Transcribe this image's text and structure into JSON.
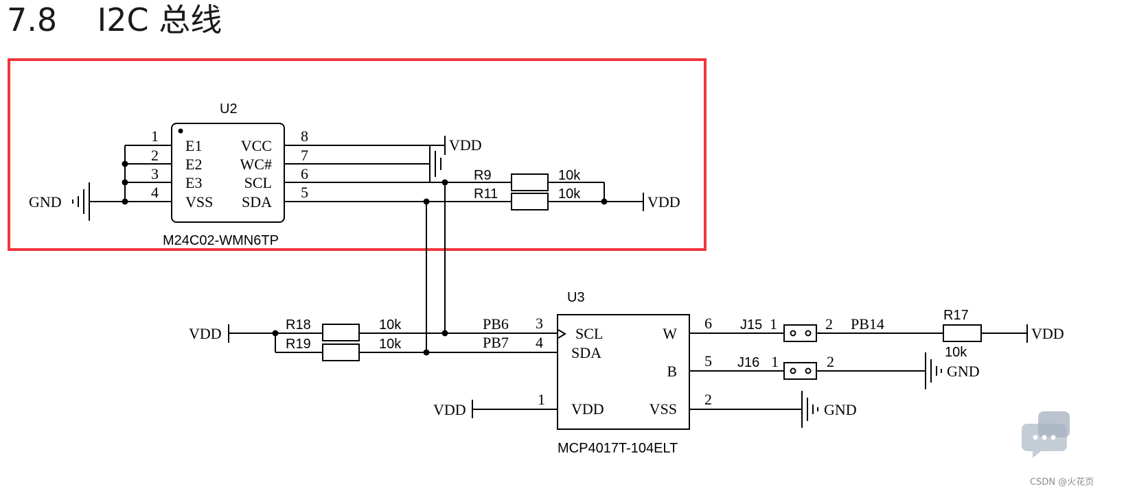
{
  "title": "7.8    I2C 总线",
  "highlight_color": "#f0363c",
  "u2": {
    "ref": "U2",
    "part": "M24C02-WMN6TP",
    "pins_left": [
      {
        "num": "1",
        "name": "E1"
      },
      {
        "num": "2",
        "name": "E2"
      },
      {
        "num": "3",
        "name": "E3"
      },
      {
        "num": "4",
        "name": "VSS"
      }
    ],
    "pins_right": [
      {
        "num": "8",
        "name": "VCC"
      },
      {
        "num": "7",
        "name": "WC#"
      },
      {
        "num": "6",
        "name": "SCL"
      },
      {
        "num": "5",
        "name": "SDA"
      }
    ]
  },
  "u3": {
    "ref": "U3",
    "part": "MCP4017T-104ELT",
    "pins_left": [
      {
        "num": "3",
        "name": "SCL"
      },
      {
        "num": "4",
        "name": "SDA"
      },
      {
        "num": "1",
        "name": "VDD"
      }
    ],
    "pins_right": [
      {
        "num": "6",
        "name": "W"
      },
      {
        "num": "5",
        "name": "B"
      },
      {
        "num": "2",
        "name": "VSS"
      }
    ]
  },
  "resistors": {
    "r9": {
      "ref": "R9",
      "value": "10k"
    },
    "r11": {
      "ref": "R11",
      "value": "10k"
    },
    "r18": {
      "ref": "R18",
      "value": "10k"
    },
    "r19": {
      "ref": "R19",
      "value": "10k"
    },
    "r17": {
      "ref": "R17",
      "value": "10k"
    }
  },
  "jumpers": {
    "j15": {
      "ref": "J15",
      "pin1": "1",
      "pin2": "2"
    },
    "j16": {
      "ref": "J16",
      "pin1": "1",
      "pin2": "2"
    }
  },
  "nets": {
    "vdd": "VDD",
    "gnd": "GND",
    "pb6": "PB6",
    "pb7": "PB7",
    "pb14": "PB14"
  },
  "watermark": "CSDN @火花页"
}
